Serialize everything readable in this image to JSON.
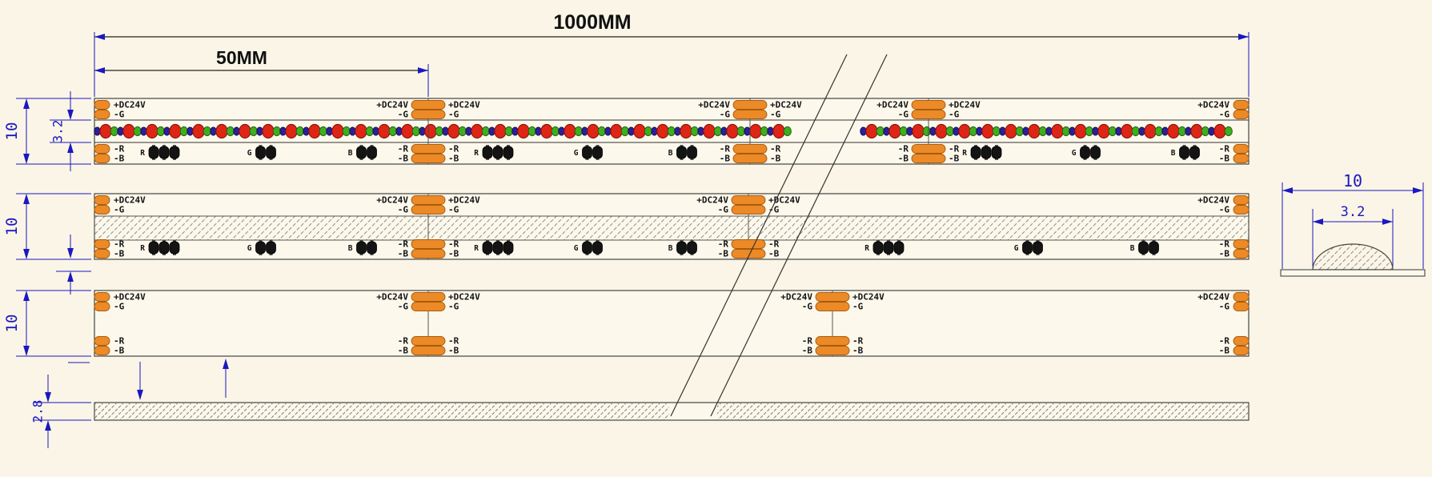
{
  "colors": {
    "background": "#faf5e6",
    "strip_fill": "#fcf8ec",
    "outline": "#2b2b2b",
    "dimension": "#1a18c0",
    "pad": "#ec8a28",
    "pad_border": "#a85c0a",
    "led_red": "#dd2616",
    "led_green": "#3fae1e",
    "led_navy": "#2b1f9e",
    "resistor": "#141414",
    "hatch": "#8f8f85"
  },
  "dimensions": {
    "total_length": "1000MM",
    "cut_length": "50MM",
    "strip_width": "10",
    "light_surface_width": "3.2",
    "strip_thickness": "2.8",
    "section_width": "10",
    "section_light_width": "3.2"
  },
  "pad_labels": {
    "power": "+DC24V",
    "green_neg": "-G",
    "red_neg": "-R",
    "blue_neg": "-B"
  },
  "resistor_labels": {
    "red": "R",
    "green": "G",
    "blue": "B"
  }
}
